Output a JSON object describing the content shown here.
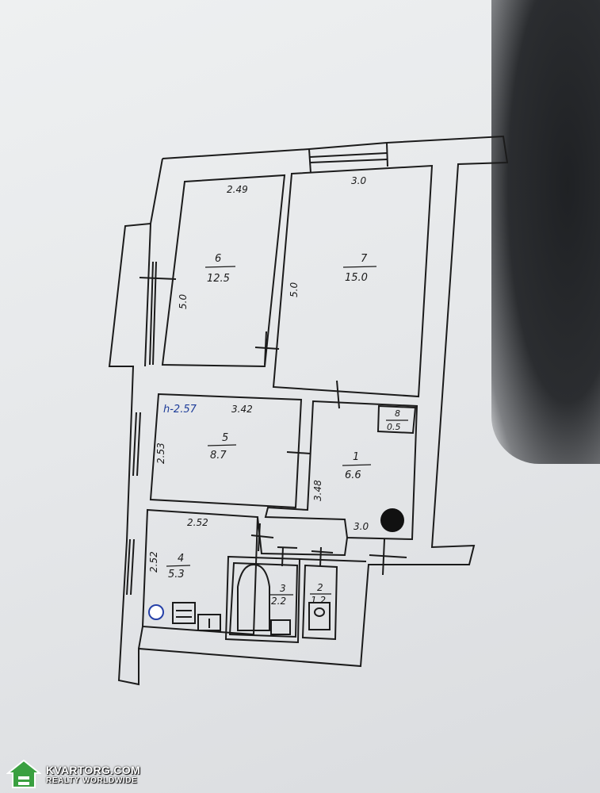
{
  "floor_plan": {
    "ceiling_height": "h-2.57",
    "rooms": [
      {
        "id": "6",
        "number": "6",
        "area": "12.5",
        "width": "2.49",
        "length": "5.0"
      },
      {
        "id": "7",
        "number": "7",
        "area": "15.0",
        "width": "3.0",
        "length": "5.0"
      },
      {
        "id": "5",
        "number": "5",
        "area": "8.7",
        "width": "3.42",
        "length": "2.53"
      },
      {
        "id": "1",
        "number": "1",
        "area": "6.6",
        "width": "3.0",
        "length": "3.48"
      },
      {
        "id": "8",
        "number": "8",
        "area": "0.5"
      },
      {
        "id": "4",
        "number": "4",
        "area": "5.3",
        "width": "2.52",
        "length": "2.52"
      },
      {
        "id": "3",
        "number": "3",
        "area": "2.2"
      },
      {
        "id": "2",
        "number": "2",
        "area": "1.2"
      }
    ]
  },
  "watermark": {
    "title": "KVARTORG.COM",
    "subtitle": "REALTY WORLDWIDE",
    "logo_color": "#3aa040"
  }
}
